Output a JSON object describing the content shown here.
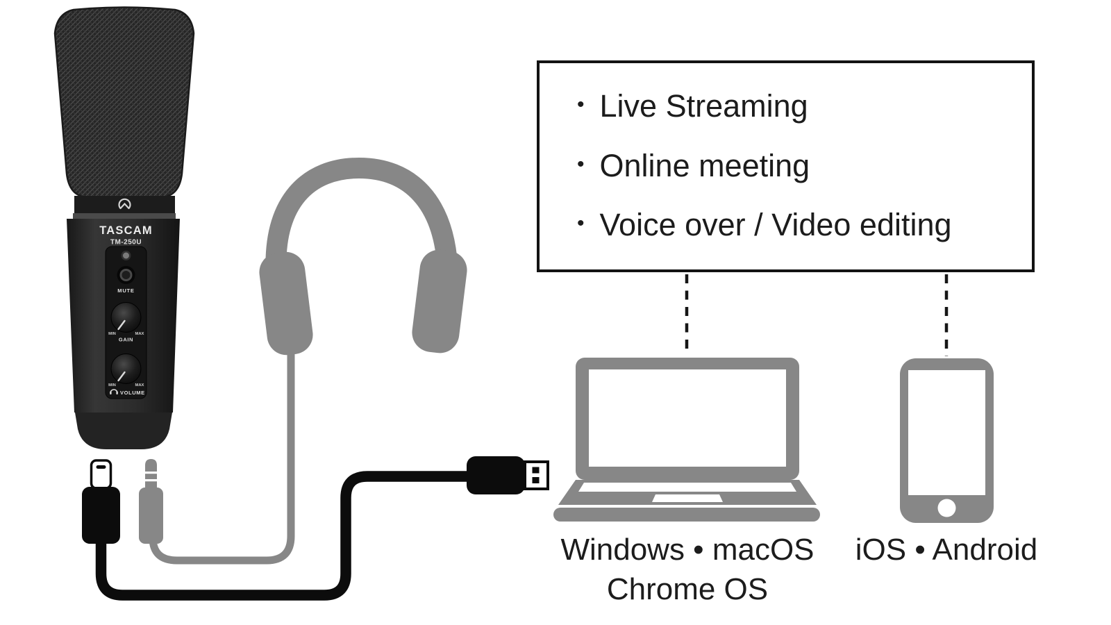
{
  "info_box": {
    "bullet": "•",
    "items": [
      {
        "label": "Live Streaming"
      },
      {
        "label": "Online meeting"
      },
      {
        "label": "Voice over / Video editing"
      }
    ]
  },
  "device_labels": {
    "laptop_line1": "Windows • macOS",
    "laptop_line2": "Chrome OS",
    "phone_line1": "iOS • Android"
  },
  "microphone": {
    "brand": "TASCAM",
    "model": "TM-250U",
    "mute_label": "MUTE",
    "gain_label": "GAIN",
    "volume_label": "VOLUME",
    "gain_min": "MIN",
    "gain_max": "MAX",
    "volume_min": "MIN",
    "volume_max": "MAX"
  },
  "icons": {
    "cardioid_pattern": "cardioid-pattern-icon",
    "headphone_symbol": "headphone-icon",
    "usb_a_plug": "usb-a-plug-icon",
    "usb_c_plug": "usb-c-plug-icon",
    "trs_plug": "headphone-jack-icon"
  },
  "colors": {
    "device_gray": "#878787",
    "cable_black": "#0c0c0c",
    "mic_body_dark": "#2a2a2a",
    "text_dark": "#1c1c1c",
    "box_border": "#131313",
    "background": "#ffffff"
  }
}
